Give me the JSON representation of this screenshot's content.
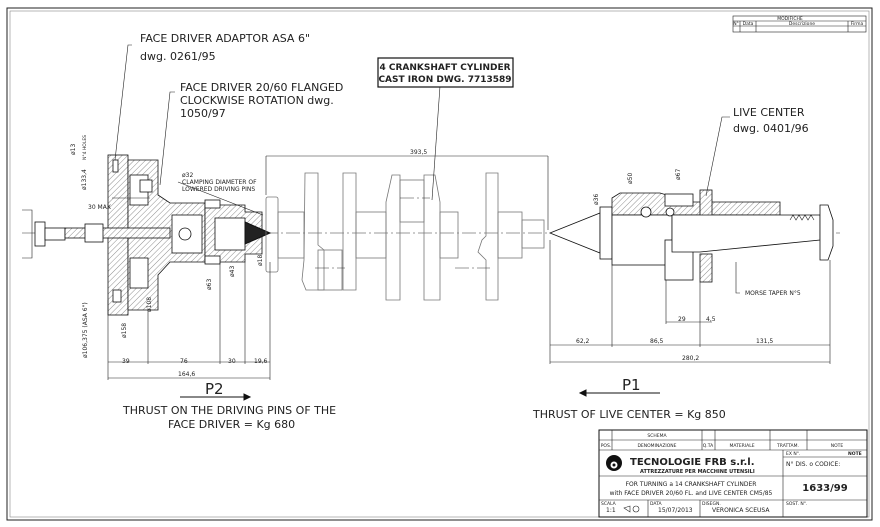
{
  "labels": {
    "adaptor_line1": "FACE DRIVER ADAPTOR ASA 6\"",
    "adaptor_line2": "dwg. 0261/95",
    "driver_line1": "FACE DRIVER 20/60 FLANGED",
    "driver_line2": "CLOCKWISE ROTATION dwg.",
    "driver_line3": "1050/97",
    "crank_line1": "4 CRANKSHAFT CYLINDER",
    "crank_line2": "CAST IRON DWG. 7713589",
    "live_line1": "LIVE CENTER",
    "live_line2": "dwg. 0401/96",
    "clamp_line1": "ø32",
    "clamp_line2": "CLAMPING DIAMETER OF",
    "clamp_line3": "LOWERED DRIVING PINS",
    "morse": "MORSE TAPER N°5",
    "p2": "P2",
    "p2_line1": "THRUST ON THE DRIVING PINS OF THE",
    "p2_line2": "FACE DRIVER = Kg 680",
    "p1": "P1",
    "p1_line1": "THRUST OF LIVE CENTER = Kg 850"
  },
  "dimensions": {
    "d13": "ø13",
    "holes": "N°4 HOLES",
    "d133": "ø133,4",
    "max30": "30 MAX",
    "d106": "ø106,375 (ASA 6\")",
    "d158": "ø158",
    "d108": "ø108",
    "d63": "ø63",
    "d43": "ø43",
    "d18": "ø18",
    "d36": "ø36",
    "d50": "ø50",
    "d67": "ø67",
    "l39": "39",
    "l76": "76",
    "l30": "30",
    "l19": "19,6",
    "l164": "164,6",
    "l393": "393,5",
    "l62": "62,2",
    "l86": "86,5",
    "l131": "131,5",
    "l280": "280,2",
    "l29": "29",
    "l45": "4,5"
  },
  "revision_table": {
    "title": "MODIFICHE",
    "cols": [
      "N°",
      "Data",
      "Descrizione",
      "Firma"
    ]
  },
  "title_block": {
    "schema": "SCHEMA",
    "headers": [
      "POS.",
      "DENOMINAZIONE",
      "Q.TA",
      "MATERIALE",
      "TRATTAM.",
      "NOTE"
    ],
    "company": "TECNOLOGIE FRB s.r.l.",
    "subtitle": "ATTREZZATURE PER MACCHINE UTENSILI",
    "desc_line1": "FOR TURNING a 14 CRANKSHAFT CYLINDER",
    "desc_line2": "with FACE DRIVER 20/60 FL. and LIVE CENTER CM5/85",
    "ex_label": "EX N°.",
    "note_label": "NOTE",
    "code_label": "N° DIS. o CODICE:",
    "code": "1633/99",
    "scale_label": "SCALA",
    "scale": "1:1",
    "date_label": "DATA",
    "date": "15/07/2013",
    "drawn_label": "DISEGN.",
    "drawn_by": "VERONICA SCEUSA",
    "sub_label": "SOST. N°."
  }
}
